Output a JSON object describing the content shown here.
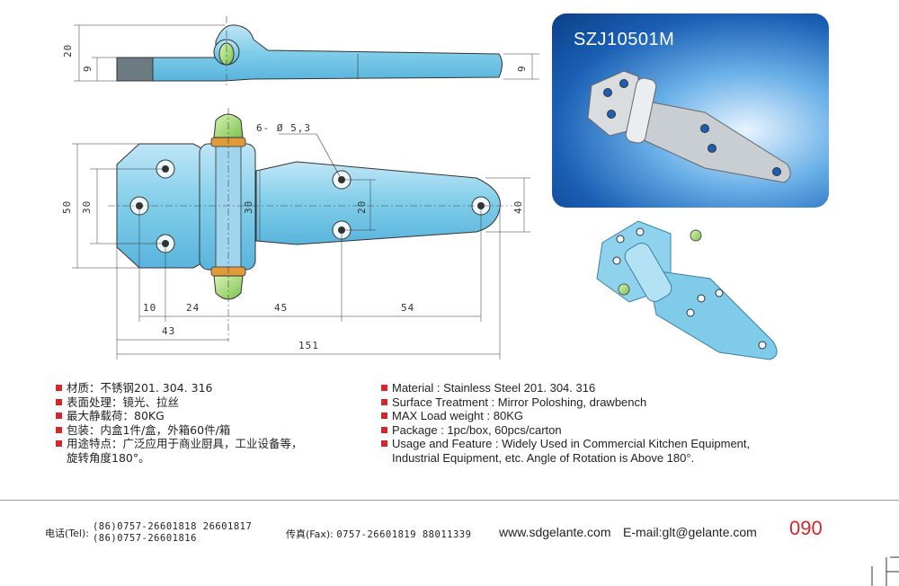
{
  "drawing": {
    "top_view": {
      "dim_height": "20",
      "dim_left_thickness": "9",
      "dim_right_thickness": "9"
    },
    "front_view": {
      "hole_callout": "6- Ø 5,3",
      "dim_overall_height": "50",
      "dim_hole_spacing_left": "30",
      "dim_leaf_height": "30",
      "dim_hole_spacing_right": "20",
      "dim_tip_height": "40",
      "dim_10": "10",
      "dim_24": "24",
      "dim_45": "45",
      "dim_54": "54",
      "dim_43": "43",
      "dim_overall_length": "151"
    }
  },
  "product": {
    "model": "SZJ10501M"
  },
  "specs_cn": [
    "材质：不锈钢201. 304. 316",
    "表面处理：镜光、拉丝",
    "最大静载荷：80KG",
    "包装：内盒1件/盒，外箱60件/箱",
    "用途特点：广泛应用于商业厨具，工业设备等，"
  ],
  "specs_cn_cont": "旋转角度180°。",
  "specs_en": [
    "Material : Stainless Steel 201. 304. 316",
    "Surface Treatment : Mirror Poloshing, drawbench",
    "MAX Load weight : 80KG",
    "Package : 1pc/box,  60pcs/carton",
    "Usage and Feature : Widely Used in Commercial Kitchen Equipment,"
  ],
  "specs_en_cont": "Industrial Equipment, etc. Angle of Rotation is Above 180°.",
  "footer": {
    "tel_label": "电话(Tel):",
    "tel_line1": "(86)0757-26601818  26601817",
    "tel_line2": "(86)0757-26601816",
    "fax_label": "传真(Fax):",
    "fax_value": "0757-26601819 88011339",
    "website": "www.sdgelante.com",
    "email": "E-mail:glt@gelante.com",
    "page_number": "090"
  },
  "colors": {
    "accent": "#d7262b",
    "hinge_blue": "#6fc4e8",
    "pin_green": "#9bd46a"
  }
}
